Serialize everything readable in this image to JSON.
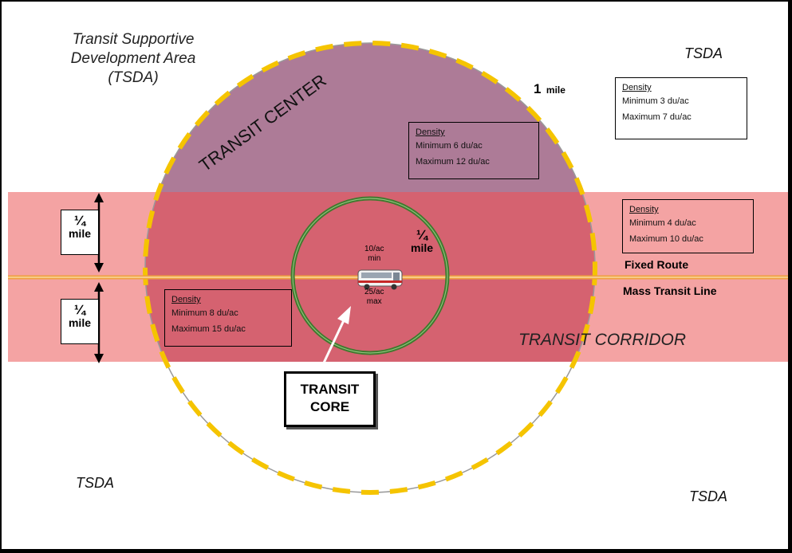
{
  "title": {
    "line1": "Transit Supportive",
    "line2": "Development Area",
    "line3": "(TSDA)"
  },
  "tsda_labels": {
    "top_right": "TSDA",
    "bottom_left": "TSDA",
    "bottom_right": "TSDA"
  },
  "one_mile": {
    "number": "1",
    "unit": "mile"
  },
  "quarter_mile_inner": {
    "fraction": "¼",
    "unit": "mile"
  },
  "quarter_mile_boxes": [
    {
      "fraction": "¼",
      "unit": "mile"
    },
    {
      "fraction": "¼",
      "unit": "mile"
    }
  ],
  "density_boxes": {
    "tsda": {
      "heading": "Density",
      "min": "Minimum 3 du/ac",
      "max": "Maximum 7 du/ac"
    },
    "transit_center": {
      "heading": "Density",
      "min": "Minimum 6 du/ac",
      "max": "Maximum 12 du/ac"
    },
    "corridor": {
      "heading": "Density",
      "min": "Minimum 4 du/ac",
      "max": "Maximum 10 du/ac"
    },
    "inner": {
      "heading": "Density",
      "min": "Minimum 8 du/ac",
      "max": "Maximum 15 du/ac"
    }
  },
  "core_density": {
    "min_value": "10/ac",
    "min_label": "min",
    "max_value": "25/ac",
    "max_label": "max"
  },
  "zones": {
    "transit_center": "TRANSIT CENTER",
    "transit_corridor": "TRANSIT CORRIDOR"
  },
  "route_labels": {
    "fixed_route": "Fixed Route",
    "mass_transit": "Mass Transit Line"
  },
  "transit_core": {
    "line1": "TRANSIT",
    "line2": "CORE"
  },
  "colors": {
    "corridor_band": "#f4a3a3",
    "center_purple": "#ad7b97",
    "center_red": "#d56270",
    "ring_dash": "#f5c400",
    "core_ring": "#3f7a2e",
    "route_line": "#f0a040"
  }
}
